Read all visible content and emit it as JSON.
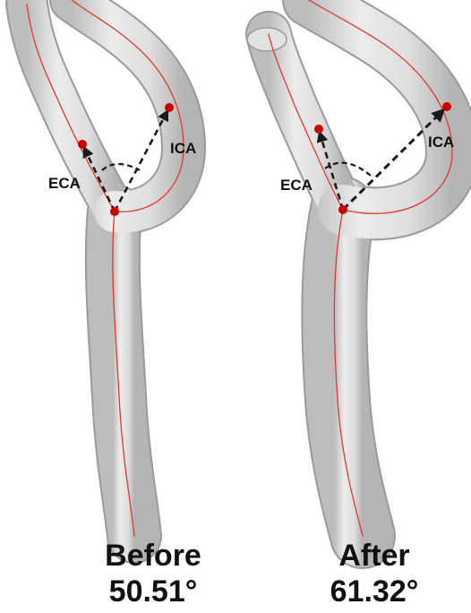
{
  "panels": [
    {
      "id": "before",
      "title": "Before",
      "angle": "50.51°",
      "labels": {
        "eca": "ECA",
        "ica": "ICA"
      }
    },
    {
      "id": "after",
      "title": "After",
      "angle": "61.32°",
      "labels": {
        "eca": "ECA",
        "ica": "ICA"
      }
    }
  ],
  "colors": {
    "vessel_fill": "#d6d6d6",
    "vessel_edge": "#9a9a9a",
    "centerline": "#e03a2a",
    "point": "#cc0000",
    "arrow": "#1a1a1a"
  }
}
